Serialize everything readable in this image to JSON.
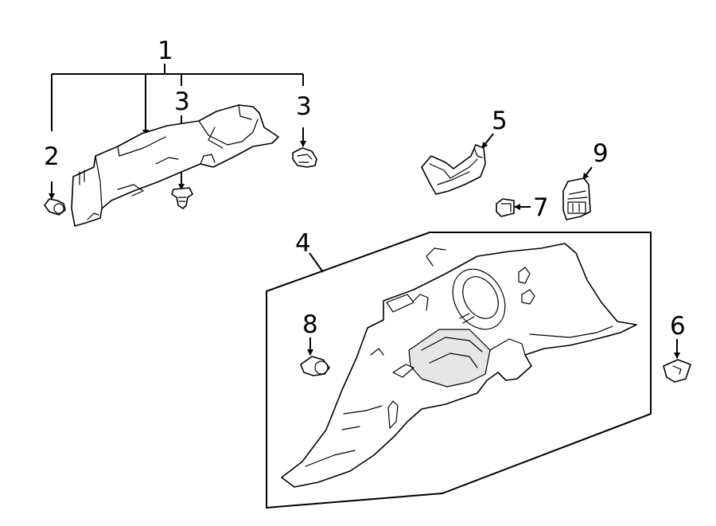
{
  "diagram": {
    "callouts": {
      "part1": "1",
      "part2": "2",
      "part3a": "3",
      "part3b": "3",
      "part4": "4",
      "part5": "5",
      "part6": "6",
      "part7": "7",
      "part8": "8",
      "part9": "9"
    }
  }
}
